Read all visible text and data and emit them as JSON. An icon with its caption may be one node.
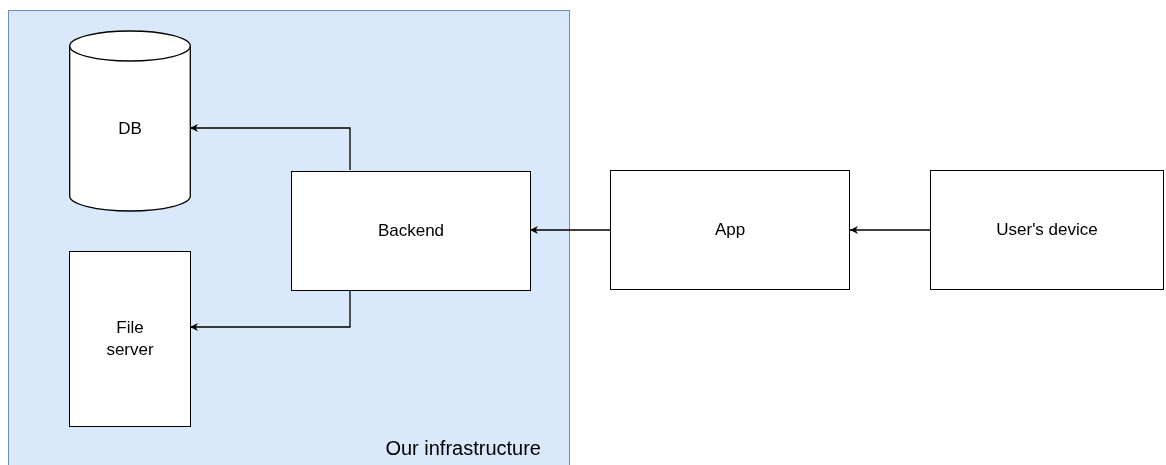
{
  "diagram": {
    "nodes": [
      {
        "text": [
          "Our infrastructure"
        ]
      },
      {
        "text": [
          "DB"
        ],
        "in": 0
      },
      {
        "text": [
          "Backend"
        ],
        "in": 0
      },
      {
        "text": [
          "File server"
        ],
        "in": 0
      },
      {
        "text": [
          "App"
        ]
      },
      {
        "text": [
          "User's device"
        ]
      }
    ],
    "edges": [
      {
        "from": 2,
        "to": 1,
        "arrow": "to"
      },
      {
        "from": 2,
        "to": 3,
        "arrow": "to"
      },
      {
        "from": 4,
        "to": 2,
        "arrow": "to"
      },
      {
        "from": 5,
        "to": 4,
        "arrow": "to"
      }
    ]
  }
}
